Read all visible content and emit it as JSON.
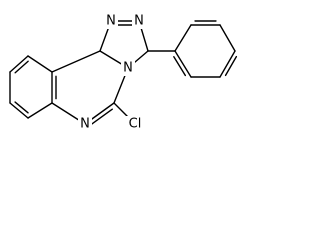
{
  "structure": {
    "atoms": [
      {
        "id": "N1",
        "label": "N"
      },
      {
        "id": "N2",
        "label": "N"
      },
      {
        "id": "N4",
        "label": "N"
      },
      {
        "id": "N6",
        "label": "N"
      },
      {
        "id": "Cl",
        "label": "Cl"
      }
    ]
  },
  "colors": {
    "bond": "#000000",
    "label": "#000000",
    "background": "#ffffff"
  }
}
